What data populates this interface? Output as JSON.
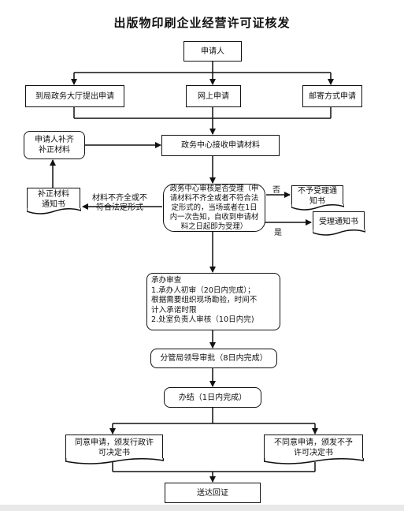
{
  "title": "出版物印刷企业经营许可证核发",
  "nodes": {
    "applicant": "申请人",
    "hall": "到局政务大厅提出申请",
    "online": "网上申请",
    "mail": "邮寄方式申请",
    "receive": "政务中心接收申请材料",
    "supplement": "申请人补齐\n补正材料",
    "review": "政务中心审核是否受理（申请材料不齐全或者不符合法定形式的，当场或者在1日内一次告知，自收到申请材料之日起即为受理）",
    "notice_supplement": "补正材料\n通知书",
    "reject_notice": "不予受理通\n知书",
    "accept_notice": "受理通知书",
    "process": "承办审查\n1.承办人初审（20日内完成）；\n根据需要组织现场勘验，时间不\n计入承诺时限\n2.处室负责人审核（10日内完)",
    "leader": "分管局领导审批（8日内完成）",
    "finish": "办结（1日内完成）",
    "approve": "同意申请，颁发行政许\n可决定书",
    "deny": "不同意申请，颁发不予\n许可决定书",
    "deliver": "送达回证"
  },
  "labels": {
    "incomplete": "材料不齐全或不\n符合法定形式",
    "no": "否",
    "yes": "是"
  }
}
